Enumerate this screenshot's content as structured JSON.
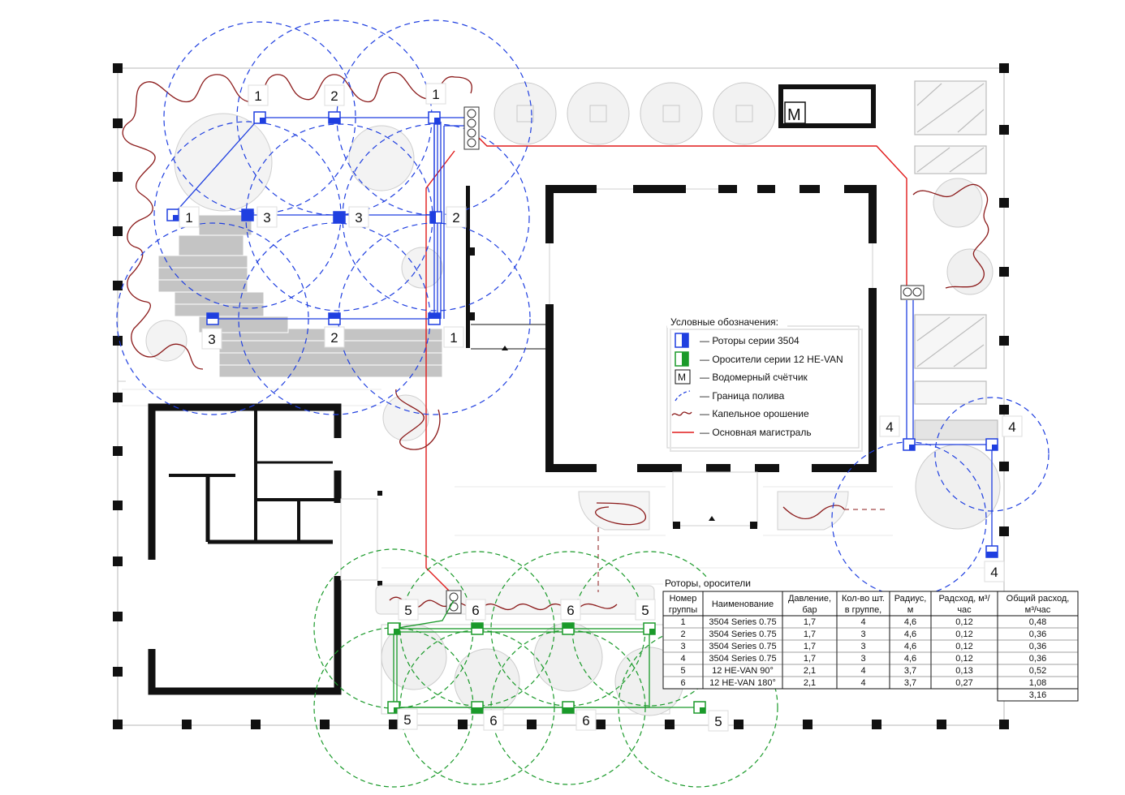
{
  "legend": {
    "title": "Условные обозначения:",
    "items": [
      {
        "icon": "rotor-3504-icon",
        "label": "— Роторы серии 3504",
        "color": "#1f3fe0"
      },
      {
        "icon": "sprinkler-12-he-van-icon",
        "label": "— Оросители серии 12 HE-VAN",
        "color": "#1a9a2a"
      },
      {
        "icon": "water-meter-icon",
        "symbol": "M",
        "label": "— Водомерный счётчик"
      },
      {
        "icon": "watering-boundary-icon",
        "label": "— Граница полива",
        "color": "#1f3fe0"
      },
      {
        "icon": "drip-irrigation-icon",
        "label": "— Капельное орошение",
        "color": "#8b1a1a"
      },
      {
        "icon": "main-line-icon",
        "label": "— Основная магистраль",
        "color": "#e01a1a"
      }
    ]
  },
  "meter": {
    "symbol": "M"
  },
  "zone_labels": {
    "blue": [
      "1",
      "2",
      "1",
      "1",
      "3",
      "3",
      "2",
      "3",
      "2",
      "1",
      "4",
      "4",
      "4"
    ],
    "green": [
      "5",
      "6",
      "6",
      "5",
      "5",
      "6",
      "6",
      "5"
    ]
  },
  "table": {
    "title": "Роторы, оросители",
    "headers": [
      [
        "Номер",
        "группы"
      ],
      [
        "Наименование"
      ],
      [
        "Давление,",
        "бар"
      ],
      [
        "Кол-во шт.",
        "в группе,"
      ],
      [
        "Радиус,",
        "м"
      ],
      [
        "Радсход, м³/",
        "час"
      ],
      [
        "Общий расход,",
        "м³/час"
      ]
    ],
    "rows": [
      [
        "1",
        "3504 Series 0.75",
        "1,7",
        "4",
        "4,6",
        "0,12",
        "0,48"
      ],
      [
        "2",
        "3504 Series 0.75",
        "1,7",
        "3",
        "4,6",
        "0,12",
        "0,36"
      ],
      [
        "3",
        "3504 Series 0.75",
        "1,7",
        "3",
        "4,6",
        "0,12",
        "0,36"
      ],
      [
        "4",
        "3504 Series 0.75",
        "1,7",
        "3",
        "4,6",
        "0,12",
        "0,36"
      ],
      [
        "5",
        "12 HE-VAN 90°",
        "2,1",
        "4",
        "3,7",
        "0,13",
        "0,52"
      ],
      [
        "6",
        "12 HE-VAN 180°",
        "2,1",
        "4",
        "3,7",
        "0,27",
        "1,08"
      ]
    ],
    "total": "3,16"
  },
  "colors": {
    "rotor": "#1f3fe0",
    "sprinkler": "#1a9a2a",
    "drip": "#8b1a1a",
    "main_line": "#e01a1a",
    "wall": "#111111",
    "paving": "#bdbdbd"
  }
}
